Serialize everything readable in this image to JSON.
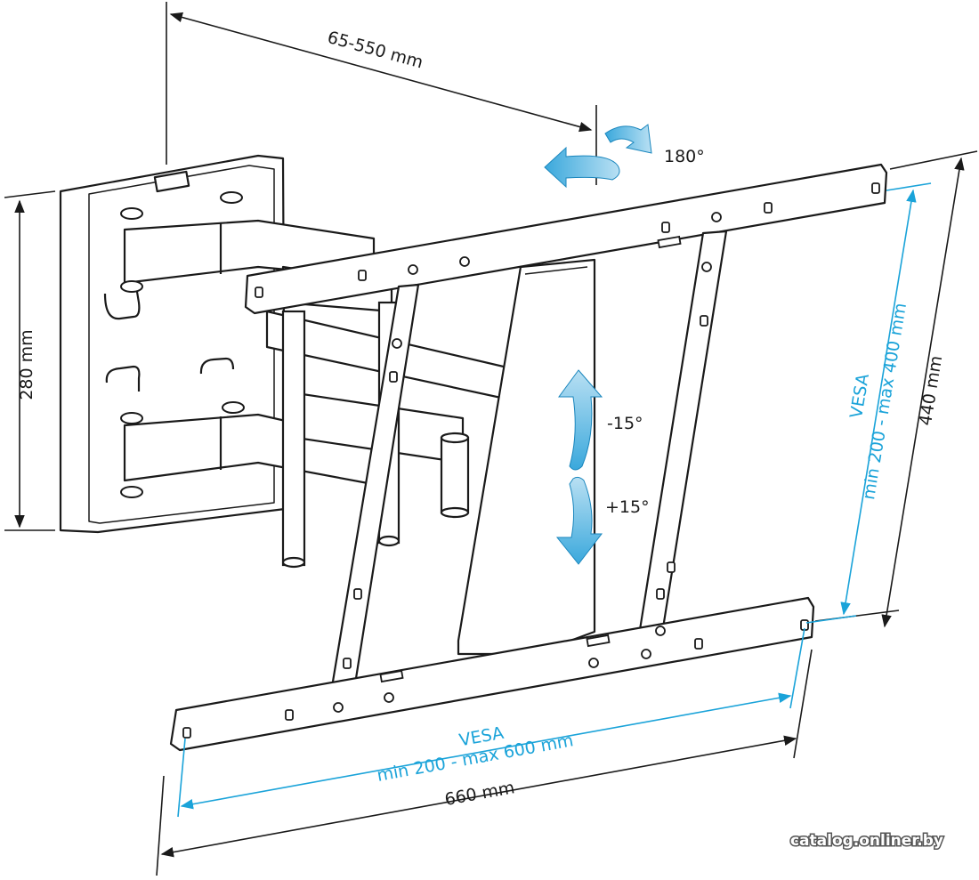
{
  "dimensions": {
    "arm_extension": "65-550 mm",
    "wall_plate_height": "280 mm",
    "tv_plate_height": "440 mm",
    "tv_plate_width": "660 mm"
  },
  "rotation": {
    "swivel": "180°",
    "tilt_up": "-15°",
    "tilt_down": "+15°"
  },
  "vesa": {
    "label": "VESA",
    "vertical_range": "min 200 - max 400 mm",
    "horizontal_range": "min 200 - max 600 mm"
  },
  "watermark": "catalog.onliner.by",
  "colors": {
    "line": "#1a1a1a",
    "vesa": "#1aa3d9",
    "arrow_fill": "#7cc4e6"
  }
}
